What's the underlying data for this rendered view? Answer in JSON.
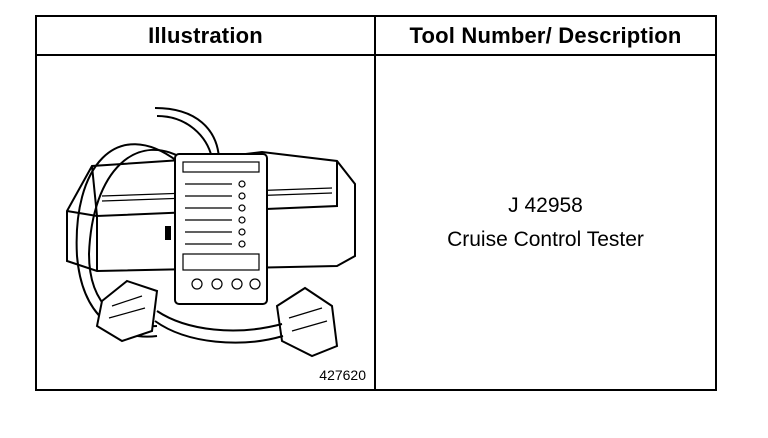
{
  "table": {
    "headers": {
      "illustration": "Illustration",
      "tool": "Tool Number/ Description"
    },
    "rows": [
      {
        "figure_number": "427620",
        "tool_number": "J 42958",
        "description": "Cruise Control Tester"
      }
    ]
  }
}
